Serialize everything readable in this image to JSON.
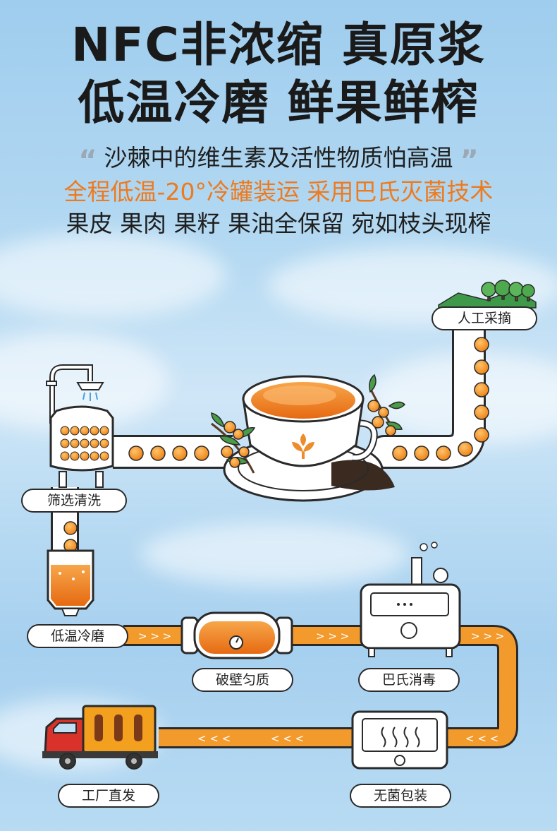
{
  "header": {
    "title_line1": "NFC非浓缩 真原浆",
    "title_line2": "低温冷磨 鲜果鲜榨"
  },
  "intro": {
    "quote_open": "“",
    "quote_close": "”",
    "line1": "沙棘中的维生素及活性物质怕高温",
    "line2": "全程低温-20°冷罐装运 采用巴氏灭菌技术",
    "line3": "果皮 果肉 果籽 果油全保留 宛如枝头现榨"
  },
  "process": {
    "steps": [
      "人工采摘",
      "筛选清洗",
      "低温冷磨",
      "破壁匀质",
      "巴氏消毒",
      "无菌包装",
      "工厂直发"
    ],
    "arrows_right": "> > >",
    "arrows_left": "< < <"
  },
  "colors": {
    "accent_orange": "#f39a2d",
    "highlight_text": "#ee7a1e",
    "outline": "#2a2a2a",
    "truck_red": "#d9322a",
    "container_yellow": "#f3a01f"
  }
}
